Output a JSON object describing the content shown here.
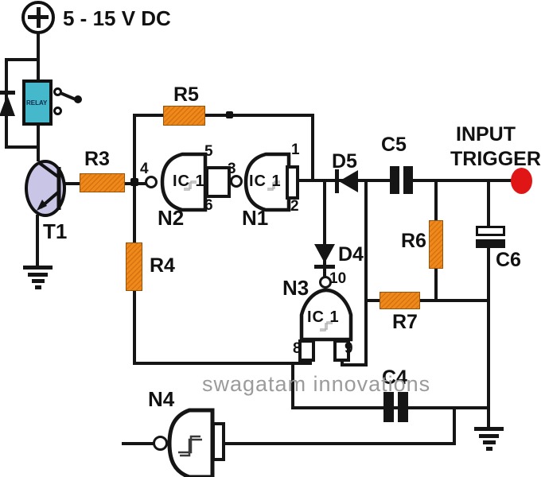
{
  "power": {
    "label": "5 - 15 V DC"
  },
  "relay": {
    "label": "RELAY"
  },
  "transistor": {
    "label": "T1"
  },
  "resistors": {
    "r3": "R3",
    "r4": "R4",
    "r5": "R5",
    "r6": "R6",
    "r7": "R7"
  },
  "capacitors": {
    "c4": "C4",
    "c5": "C5",
    "c6": "C6"
  },
  "diodes": {
    "d4": "D4",
    "d5": "D5"
  },
  "gates": {
    "n1": {
      "name": "N1",
      "ic": "IC 1",
      "pin_out": "3",
      "pin_in_top": "1",
      "pin_in_bottom": "2"
    },
    "n2": {
      "name": "N2",
      "ic": "IC 1",
      "pin_out": "4",
      "pin_in_top": "5",
      "pin_in_bottom": "6"
    },
    "n3": {
      "name": "N3",
      "ic": "IC 1",
      "pin_out": "10",
      "pin_in_left": "8",
      "pin_in_right": "9"
    },
    "n4": {
      "name": "N4"
    }
  },
  "trigger": {
    "line1": "INPUT",
    "line2": "TRIGGER"
  },
  "watermark": "swagatam innovations",
  "colors": {
    "wire": "#151515",
    "resistor": "#f0891a",
    "relay_fill": "#45b8cb",
    "transistor_fill": "#c9c5e6",
    "terminal_red": "#e01616",
    "watermark_gray": "#9b9b9b"
  }
}
